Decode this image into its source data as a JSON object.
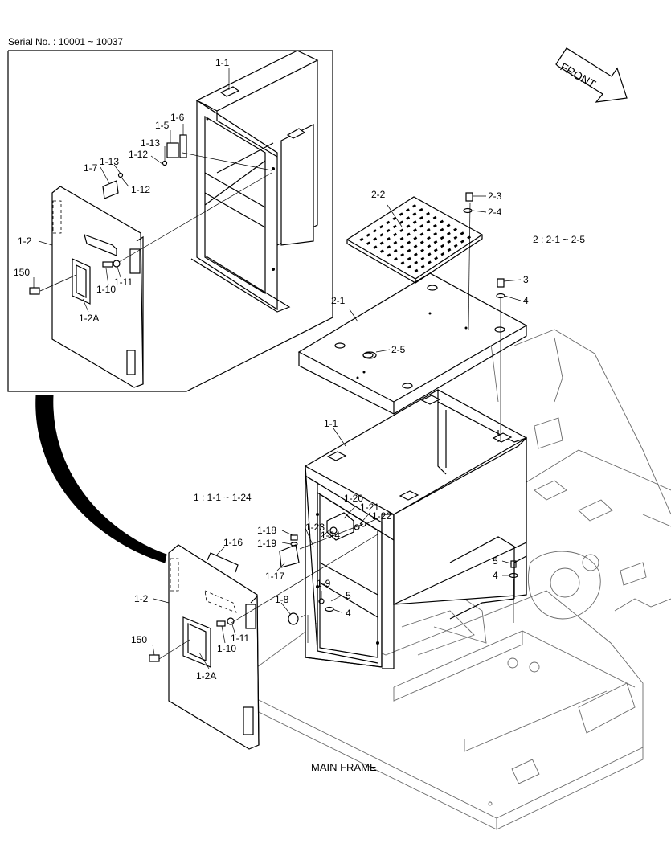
{
  "header": {
    "serial_text": "Serial No. : 10001 ~ 10037"
  },
  "front_label": "FRONT",
  "groups": {
    "group1": "1 : 1-1 ~ 1-24",
    "group2": "2 : 2-1 ~ 2-5"
  },
  "main_frame_label": "MAIN FRAME",
  "inset_labels": {
    "l1_1": "1-1",
    "l1_6": "1-6",
    "l1_5": "1-5",
    "l1_13a": "1-13",
    "l1_12a": "1-12",
    "l1_7": "1-7",
    "l1_13b": "1-13",
    "l1_12b": "1-12",
    "l1_2": "1-2",
    "l150": "150",
    "l1_11": "1-11",
    "l1_10": "1-10",
    "l1_2a": "1-2A"
  },
  "main_labels": {
    "l2_2": "2-2",
    "l2_3": "2-3",
    "l2_4": "2-4",
    "l3": "3",
    "l4a": "4",
    "l2_1": "2-1",
    "l2_5": "2-5",
    "l1_1": "1-1",
    "l1_20": "1-20",
    "l1_21": "1-21",
    "l1_22": "1-22",
    "l1_18": "1-18",
    "l1_23": "1-23",
    "l1_24": "1-24",
    "l1_19": "1-19",
    "l1_16": "1-16",
    "l1_17": "1-17",
    "l1_9": "1-9",
    "l5a": "5",
    "l1_8": "1-8",
    "l4b": "4",
    "l5b": "5",
    "l4c": "4",
    "l1_2": "1-2",
    "l150": "150",
    "l1_11": "1-11",
    "l1_10": "1-10",
    "l1_2a": "1-2A"
  }
}
